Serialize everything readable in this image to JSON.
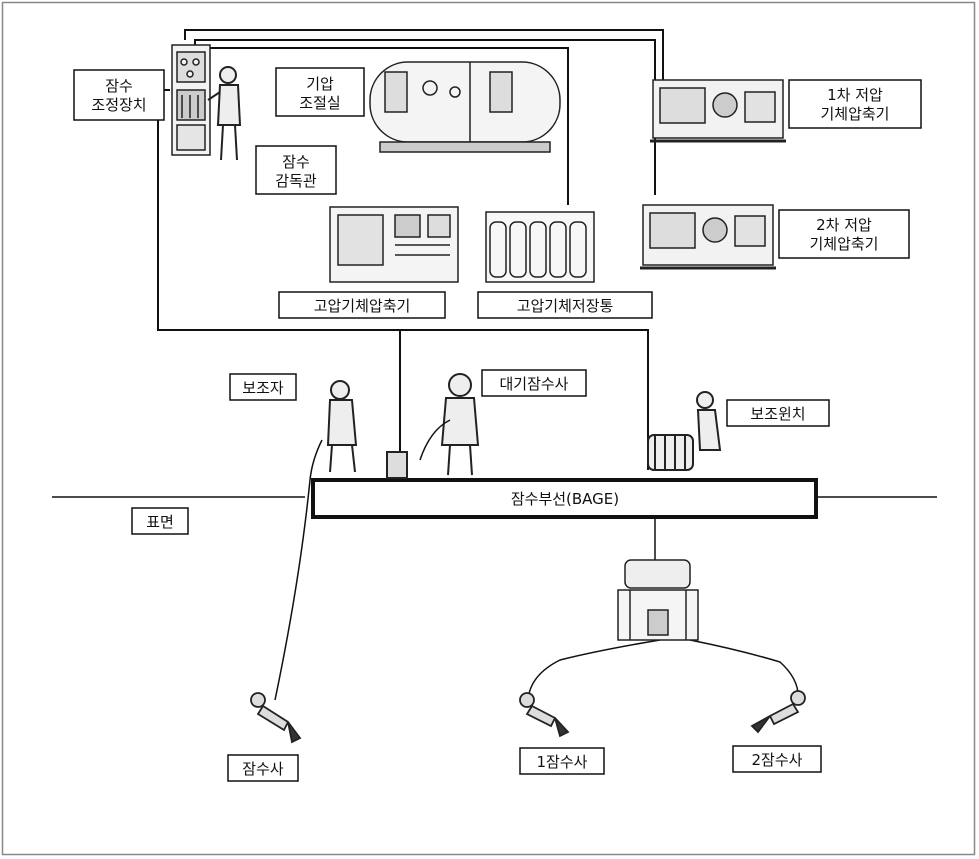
{
  "labels": {
    "diving_control_panel": [
      "잠수",
      "조정장치"
    ],
    "pressure_chamber": [
      "기압",
      "조절실"
    ],
    "diving_supervisor": [
      "잠수",
      "감독관"
    ],
    "lp_compressor_1": [
      "1차 저압",
      "기체압축기"
    ],
    "lp_compressor_2": [
      "2차 저압",
      "기체압축기"
    ],
    "hp_compressor": "고압기체압축기",
    "hp_gas_storage": "고압기체저장통",
    "assistant": "보조자",
    "standby_diver": "대기잠수사",
    "aux_winch": "보조윈치",
    "barge": "잠수부선(BAGE)",
    "surface": "표면",
    "diver": "잠수사",
    "diver_1": "1잠수사",
    "diver_2": "2잠수사"
  }
}
